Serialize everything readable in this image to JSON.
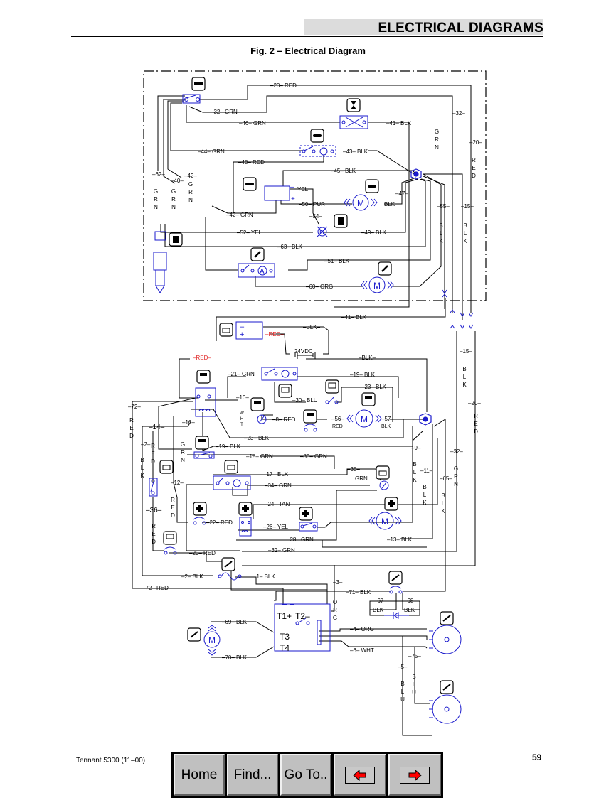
{
  "header": {
    "section_title": "ELECTRICAL DIAGRAMS"
  },
  "figure": {
    "title": "Fig. 2 – Electrical Diagram"
  },
  "colors": {
    "wire": "#000000",
    "component": "#1a1acc",
    "red_label": "#e02020",
    "header_band": "#dcdcdc",
    "button_face": "#c0c0c0",
    "arrow_red": "#ff0000"
  },
  "wire_labels": [
    {
      "id": "w20-top",
      "text": "–20–  RED"
    },
    {
      "id": "w32-top",
      "text": "–32–  GRN"
    },
    {
      "id": "w46",
      "text": "–46–  GRN"
    },
    {
      "id": "w41-top",
      "text": "–41–  BLK"
    },
    {
      "id": "w44",
      "text": "–44–  GRN"
    },
    {
      "id": "w43",
      "text": "–43–  BLK"
    },
    {
      "id": "w48",
      "text": "–48–  RED"
    },
    {
      "id": "w45",
      "text": "–45–  BLK"
    },
    {
      "id": "yel-relay",
      "text": "YEL"
    },
    {
      "id": "w50",
      "text": "–50–  PUR"
    },
    {
      "id": "blk-motor1",
      "text": "BLK"
    },
    {
      "id": "w47",
      "text": "–47–"
    },
    {
      "id": "w42-grn",
      "text": "–42–  GRN"
    },
    {
      "id": "w54",
      "text": "–54–"
    },
    {
      "id": "w52",
      "text": "–52–  YEL"
    },
    {
      "id": "w49",
      "text": "–49–  BLK"
    },
    {
      "id": "w63",
      "text": "–63–  BLK"
    },
    {
      "id": "w51",
      "text": "–51–  BLK"
    },
    {
      "id": "w60",
      "text": "–60–  ORG"
    },
    {
      "id": "w62",
      "text": "–62–"
    },
    {
      "id": "w40",
      "text": "–40–"
    },
    {
      "id": "w42",
      "text": "–42–"
    },
    {
      "id": "w55",
      "text": "–55–"
    },
    {
      "id": "w15-top",
      "text": "–15–"
    },
    {
      "id": "w32-right",
      "text": "–32–"
    },
    {
      "id": "w20-right",
      "text": "–20–"
    },
    {
      "id": "w41-mid",
      "text": "–41–  BLK"
    },
    {
      "id": "blk-batt",
      "text": "–BLK–"
    },
    {
      "id": "red-batt",
      "text": "–RED–"
    },
    {
      "id": "v24",
      "text": "24VDC"
    },
    {
      "id": "red-left",
      "text": "–RED–"
    },
    {
      "id": "blk-24",
      "text": "–BLK–"
    },
    {
      "id": "w15-mid",
      "text": "–15–"
    },
    {
      "id": "w21",
      "text": "–21–  GRN"
    },
    {
      "id": "w19-a",
      "text": "–19–  BLK"
    },
    {
      "id": "w23-a",
      "text": "–23–  BLK"
    },
    {
      "id": "w10",
      "text": "–10–"
    },
    {
      "id": "w30",
      "text": "–30–  BLU"
    },
    {
      "id": "w8",
      "text": "–8–  RED"
    },
    {
      "id": "w56",
      "text": "–56–"
    },
    {
      "id": "red-56",
      "text": "RED"
    },
    {
      "id": "w57",
      "text": "–57–"
    },
    {
      "id": "blk-57",
      "text": "BLK"
    },
    {
      "id": "w72-v",
      "text": "–72–"
    },
    {
      "id": "w14",
      "text": "–14–"
    },
    {
      "id": "w16",
      "text": "–16–"
    },
    {
      "id": "w23-b",
      "text": "–23–  BLK"
    },
    {
      "id": "w20-mid",
      "text": "–20–"
    },
    {
      "id": "w2-v",
      "text": "–2–"
    },
    {
      "id": "w19-b",
      "text": "–19–  BLK"
    },
    {
      "id": "w18",
      "text": "–18–  GRN"
    },
    {
      "id": "w80",
      "text": "–80–  GRN"
    },
    {
      "id": "w9",
      "text": "–9–"
    },
    {
      "id": "w32-mid",
      "text": "–32–"
    },
    {
      "id": "w17",
      "text": "–17–  BLK"
    },
    {
      "id": "w38",
      "text": "–38–"
    },
    {
      "id": "grn-38",
      "text": "GRN"
    },
    {
      "id": "w11",
      "text": "–11–"
    },
    {
      "id": "w65",
      "text": "–65–"
    },
    {
      "id": "w12",
      "text": "–12–"
    },
    {
      "id": "w34",
      "text": "–34–  GRN"
    },
    {
      "id": "w36",
      "text": "–36–"
    },
    {
      "id": "w24",
      "text": "–24–  TAN"
    },
    {
      "id": "w22",
      "text": "–22–  RED"
    },
    {
      "id": "w26",
      "text": "–26–  YEL"
    },
    {
      "id": "w28",
      "text": "–28–  GRN"
    },
    {
      "id": "w13",
      "text": "–13–  BLK"
    },
    {
      "id": "w20-bot",
      "text": "–20–  RED"
    },
    {
      "id": "w32-bot",
      "text": "–32–  GRN"
    },
    {
      "id": "w2-h",
      "text": "–2–  BLK"
    },
    {
      "id": "w1",
      "text": "–1–  BLK"
    },
    {
      "id": "w72-h",
      "text": "–72–  RED"
    },
    {
      "id": "w3",
      "text": "–3–"
    },
    {
      "id": "w71",
      "text": "–71–  BLK"
    },
    {
      "id": "w67",
      "text": "–67–"
    },
    {
      "id": "w68",
      "text": "–68–"
    },
    {
      "id": "blk-67",
      "text": "BLK"
    },
    {
      "id": "blk-68",
      "text": "BLK"
    },
    {
      "id": "w69",
      "text": "–69–  BLK"
    },
    {
      "id": "w70",
      "text": "–70–  BLK"
    },
    {
      "id": "w4",
      "text": "–4–  ORG"
    },
    {
      "id": "w6",
      "text": "–6–  WHT"
    },
    {
      "id": "w75",
      "text": "–75–"
    },
    {
      "id": "w5",
      "text": "–5–"
    }
  ],
  "vertical_color_labels": [
    {
      "id": "v-grn-32",
      "text": "GRN"
    },
    {
      "id": "v-red-20",
      "text": "RED"
    },
    {
      "id": "v-grn-62",
      "text": "GRN"
    },
    {
      "id": "v-grn-40",
      "text": "GRN"
    },
    {
      "id": "v-grn-42",
      "text": "GRN"
    },
    {
      "id": "v-blk-55",
      "text": "BLK"
    },
    {
      "id": "v-blk-15",
      "text": "BLK"
    },
    {
      "id": "v-blk-15b",
      "text": "BLK"
    },
    {
      "id": "v-red-20b",
      "text": "RED"
    },
    {
      "id": "v-red-72",
      "text": "RED"
    },
    {
      "id": "v-red-14",
      "text": "RED"
    },
    {
      "id": "v-blk-2",
      "text": "BLK"
    },
    {
      "id": "v-wht-10",
      "text": "WHT"
    },
    {
      "id": "v-grn-14",
      "text": "GRN"
    },
    {
      "id": "v-blk-9",
      "text": "BLK"
    },
    {
      "id": "v-blk-11",
      "text": "BLK"
    },
    {
      "id": "v-blk-65",
      "text": "BLK"
    },
    {
      "id": "v-grn-32b",
      "text": "GRN"
    },
    {
      "id": "v-red-12",
      "text": "RED"
    },
    {
      "id": "v-red-36",
      "text": "RED"
    },
    {
      "id": "v-org-3",
      "text": "ORG"
    },
    {
      "id": "v-blu-5",
      "text": "BLU"
    },
    {
      "id": "v-blu-75",
      "text": "BLU"
    }
  ],
  "component_labels": {
    "motor": "M",
    "ammeter": "A",
    "horn": "B",
    "t1": "T1+",
    "t2": "T2–",
    "t3": "T3",
    "t4": "T4",
    "batt_minus": "–",
    "batt_plus": "+",
    "relay_minus": "–",
    "relay_plus": "+"
  },
  "footer": {
    "doc_ref": "Tennant 5300  (11–00)",
    "page_number": "59"
  },
  "nav": {
    "home": "Home",
    "find": "Find...",
    "goto": "Go To..",
    "prev_icon": "arrow-left-icon",
    "next_icon": "arrow-right-icon"
  }
}
